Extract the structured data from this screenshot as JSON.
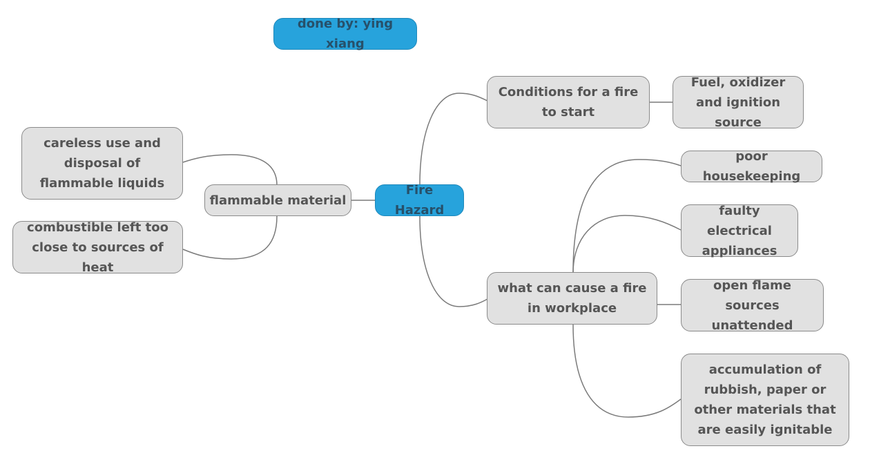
{
  "title_box": {
    "label": "done by: ying xiang",
    "color": "#27a3dc"
  },
  "central": {
    "label": "Fire Hazard",
    "color": "#27a3dc"
  },
  "branches": {
    "flammable": {
      "label": "flammable material",
      "children": [
        "careless use and disposal of flammable liquids",
        "combustible left too close to sources of heat"
      ]
    },
    "conditions": {
      "label": "Conditions for a fire to start",
      "children": [
        "Fuel, oxidizer and ignition source"
      ]
    },
    "causes": {
      "label": "what can cause a fire in workplace",
      "children": [
        "poor housekeeping",
        "faulty electrical appliances",
        "open flame sources unattended",
        "accumulation of rubbish, paper or other materials that are easily ignitable"
      ]
    }
  },
  "colors": {
    "node_fill": "#e1e1e1",
    "node_border": "#8a8a8a",
    "connector": "#7a7a7a",
    "text": "#555555"
  }
}
